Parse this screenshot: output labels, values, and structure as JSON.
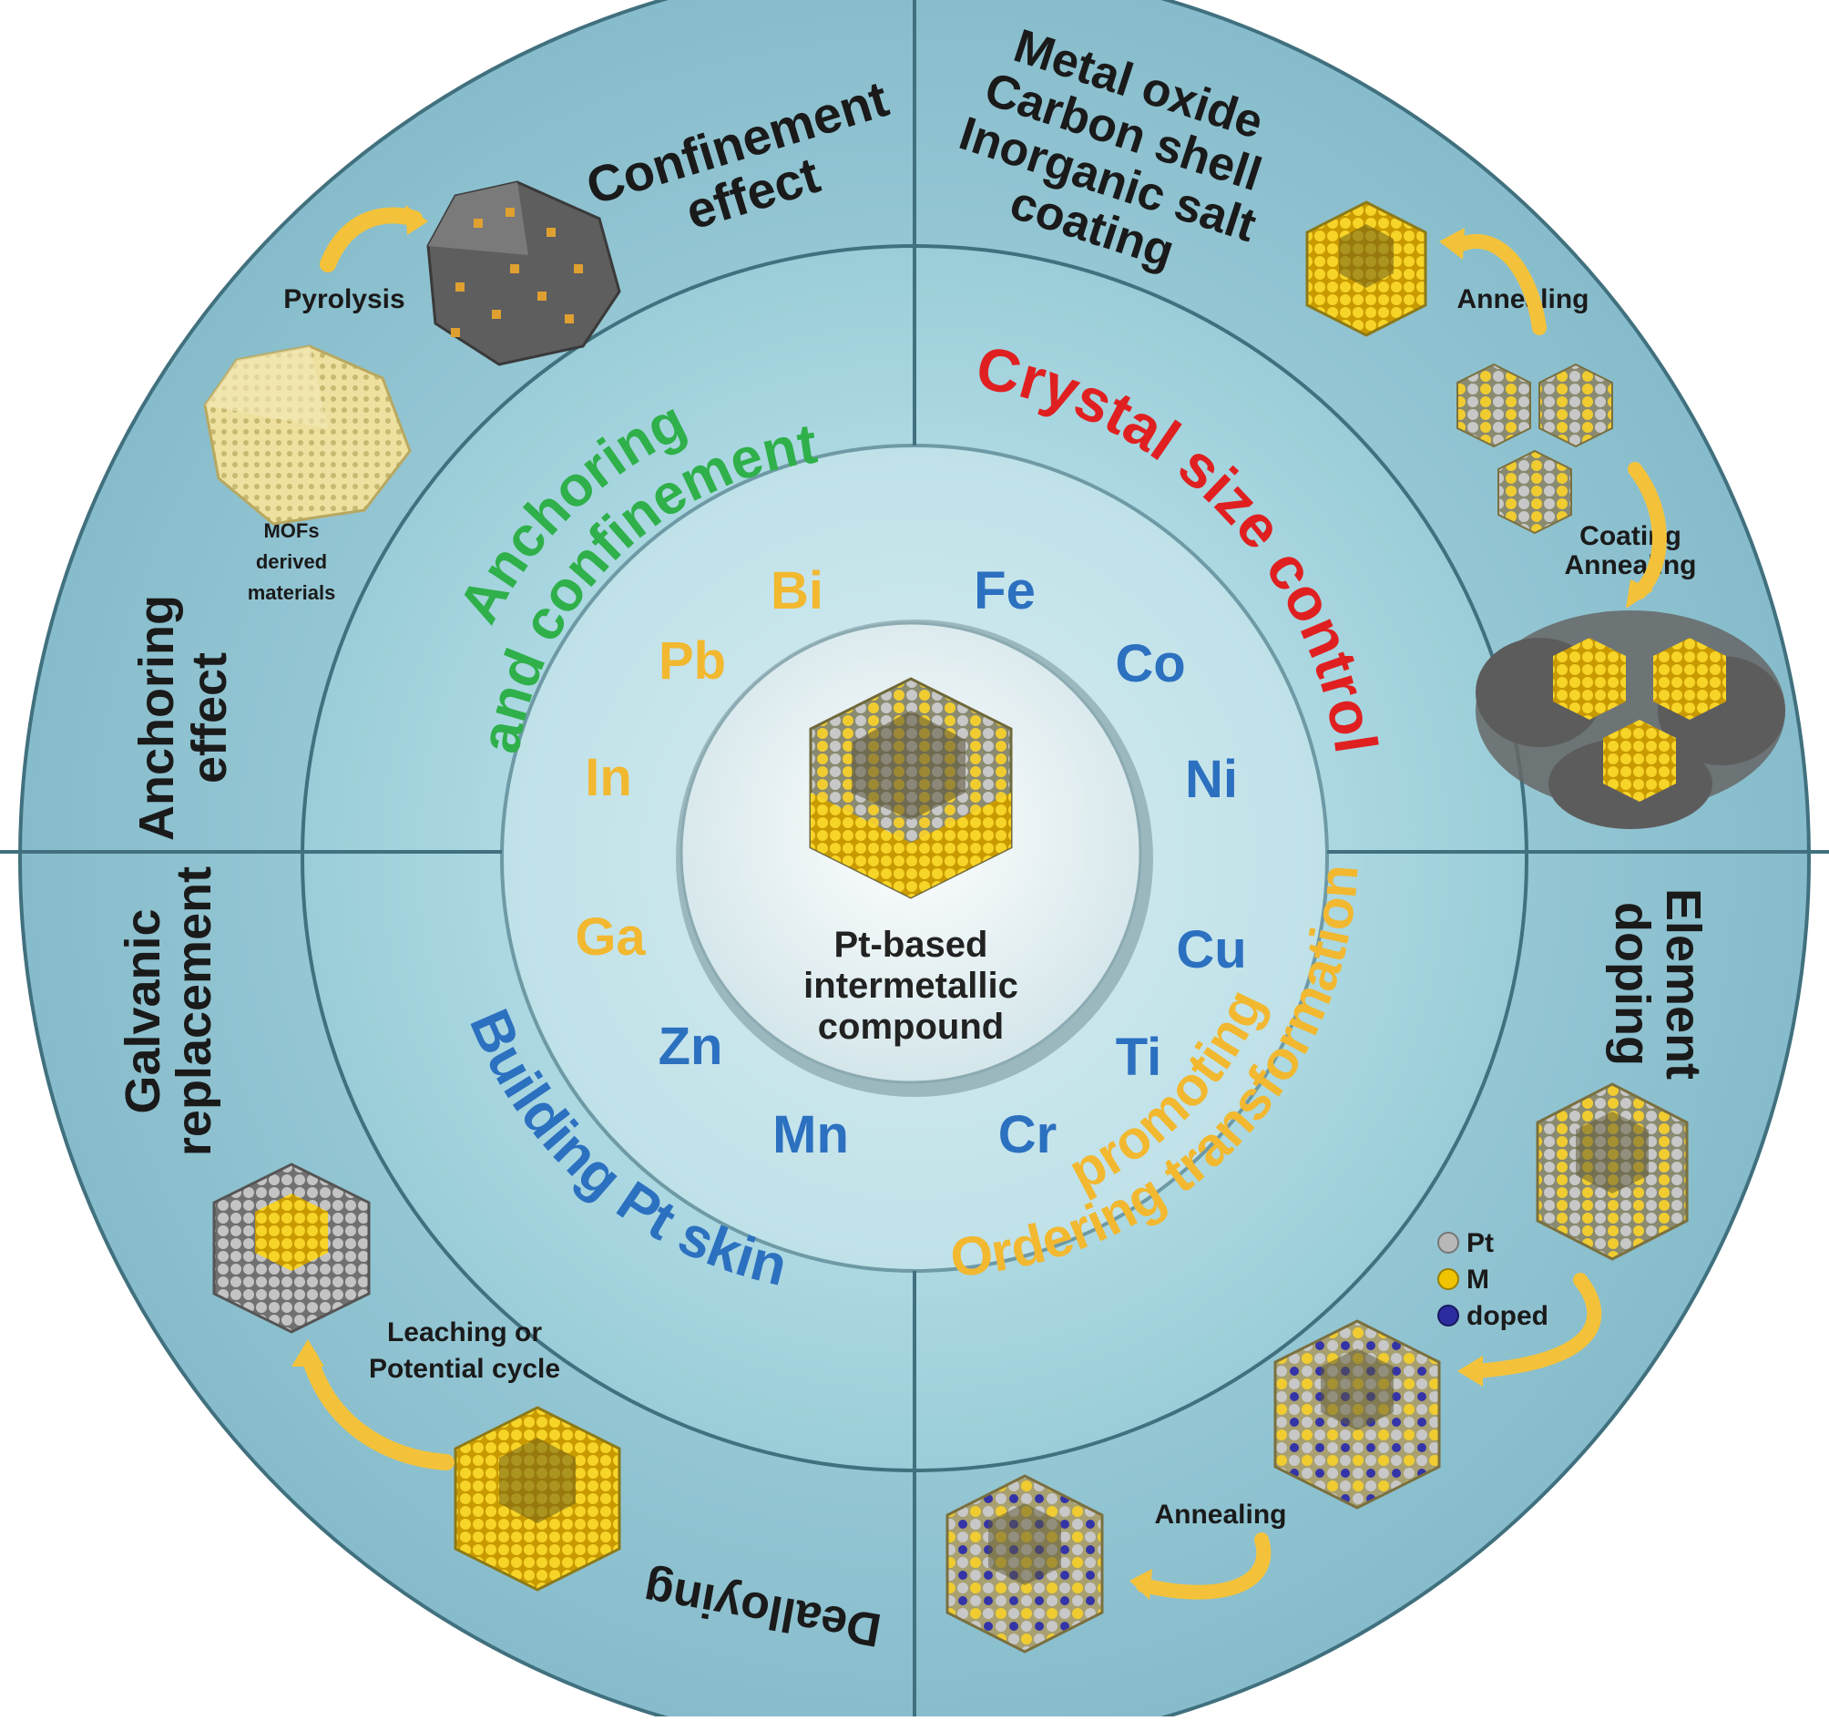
{
  "center": {
    "title_lines": [
      "Pt-based",
      "intermetallic",
      "compound"
    ],
    "particle_icon": "ordered-intermetallic-nanoparticle"
  },
  "elements": {
    "p_block": [
      "Bi",
      "Pb",
      "In",
      "Ga"
    ],
    "transition": [
      "Fe",
      "Co",
      "Ni",
      "Cu",
      "Ti",
      "Cr",
      "Mn",
      "Zn"
    ]
  },
  "strategies": {
    "anchoring_confinement": [
      "Anchoring",
      "and confinement"
    ],
    "crystal_size_control": "Crystal size control",
    "ordering_transformation": [
      "Ordering transformation",
      "promoting"
    ],
    "pt_skin": "Building Pt skin"
  },
  "methods": {
    "confinement_effect": [
      "Confinement",
      "effect"
    ],
    "anchoring_effect": [
      "Anchoring",
      "effect"
    ],
    "pyrolysis": "Pyrolysis",
    "mofs_lines": [
      "MOFs",
      "derived",
      "materials"
    ],
    "coatings": [
      "Metal oxide",
      "Carbon shell",
      "Inorganic salt",
      "coating"
    ],
    "annealing_top": "Annealing",
    "coating_annealing": [
      "Coating",
      "Annealing"
    ],
    "element_doping": [
      "Element",
      "doping"
    ],
    "annealing_bottom": "Annealing",
    "galvanic": [
      "Galvanic",
      "replacement"
    ],
    "leaching": [
      "Leaching or",
      "Potential cycle"
    ],
    "dealloying": "Dealloying"
  },
  "legend": {
    "items": [
      {
        "label": "Pt",
        "color": "#b8b8b8"
      },
      {
        "label": "M",
        "color": "#f0c400"
      },
      {
        "label": "doped",
        "color": "#2c2ca0"
      }
    ]
  },
  "colors": {
    "anchoring": "#2fb04a",
    "crystal": "#e02020",
    "ordering": "#f2b830",
    "pt_skin": "#2c70c0",
    "p_block": "#f2b830",
    "transition": "#2c70c0",
    "arrow": "#f4c23a",
    "outer_ring": "#98c8d4",
    "middle_ring": "#a8d4de",
    "inner_ring": "#c4e4ea",
    "core": "#ecf6f8"
  }
}
